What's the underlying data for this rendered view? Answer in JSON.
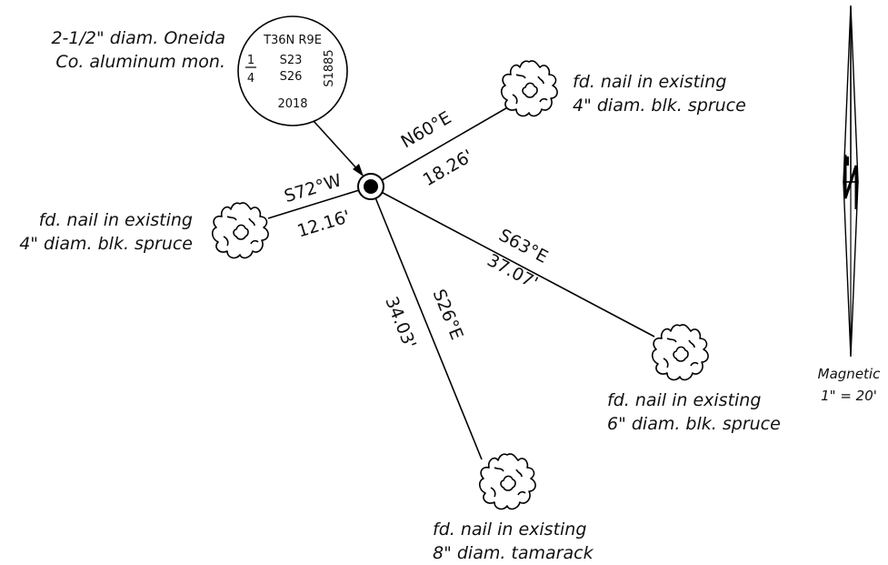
{
  "monument": {
    "note_line1": "2-1/2\" diam. Oneida",
    "note_line2": "Co. aluminum mon.",
    "cap_township": "T36N R9E",
    "cap_fraction_num": "1",
    "cap_fraction_den": "4",
    "cap_section_a": "S23",
    "cap_section_b": "S26",
    "cap_license": "S1885",
    "cap_year": "2018"
  },
  "ties": [
    {
      "id": "ne",
      "bearing": "N60°E",
      "distance": "18.26'",
      "note_line1": "fd. nail in existing",
      "note_line2": "4\" diam. blk. spruce"
    },
    {
      "id": "w",
      "bearing": "S72°W",
      "distance": "12.16'",
      "note_line1": "fd. nail in existing",
      "note_line2": "4\" diam. blk. spruce"
    },
    {
      "id": "se",
      "bearing": "S63°E",
      "distance": "37.07'",
      "note_line1": "fd. nail in existing",
      "note_line2": "6\" diam. blk. spruce"
    },
    {
      "id": "s",
      "bearing": "S26°E",
      "distance": "34.03'",
      "note_line1": "fd. nail in existing",
      "note_line2": "8\" diam. tamarack"
    }
  ],
  "north_arrow": {
    "label": "Magnetic",
    "scale": "1\" = 20'"
  }
}
